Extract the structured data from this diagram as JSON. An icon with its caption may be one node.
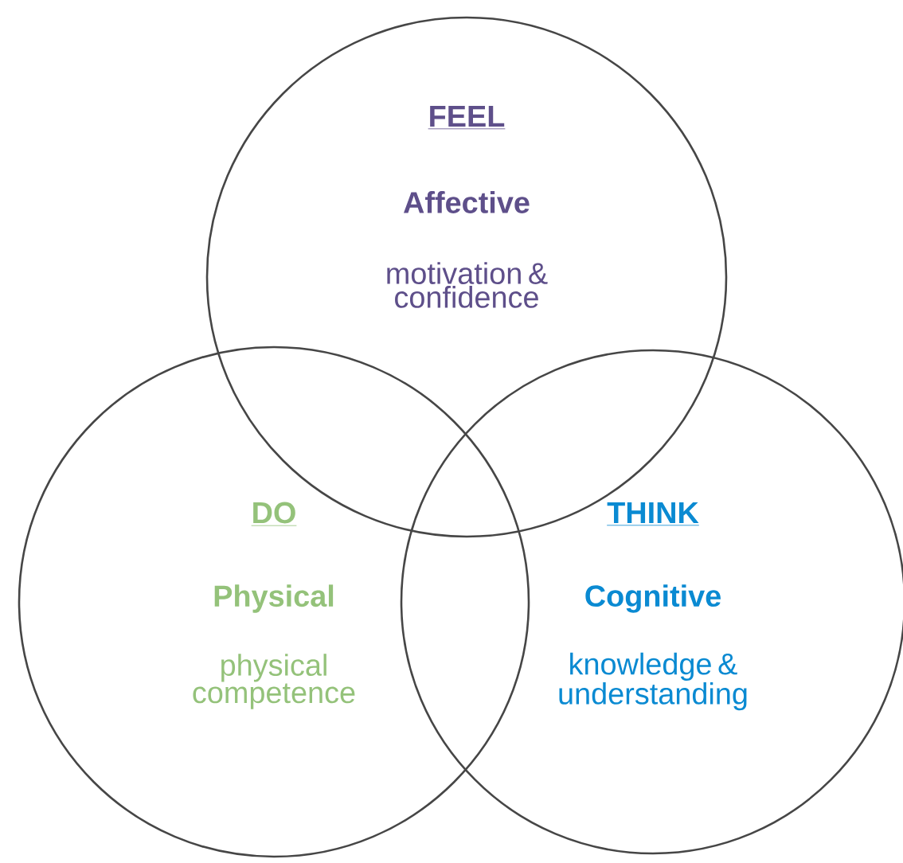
{
  "diagram": {
    "nodes": [
      {
        "text": [
          "FEEL",
          "Affective",
          "motivation & confidence"
        ]
      },
      {
        "text": [
          "DO",
          "Physical",
          "physical competence"
        ]
      },
      {
        "text": [
          "THINK",
          "Cognitive",
          "knowledge & understanding"
        ]
      }
    ]
  }
}
